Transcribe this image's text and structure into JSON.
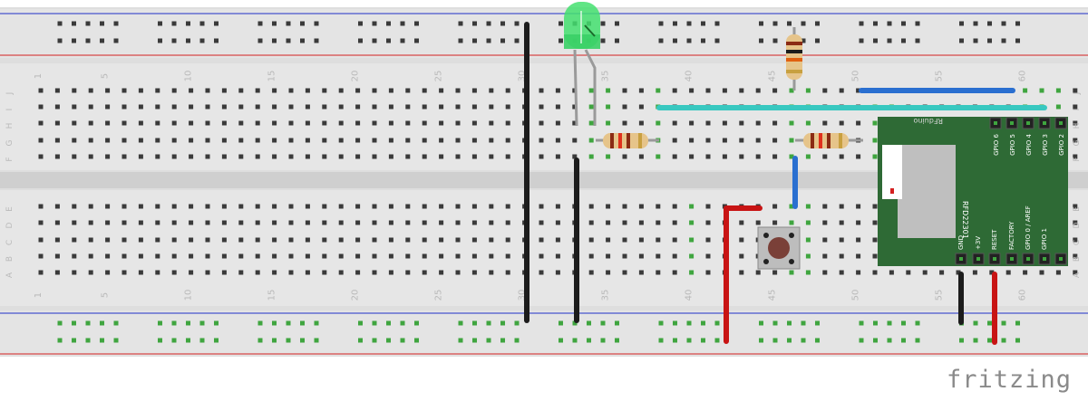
{
  "app": {
    "watermark": "fritzing"
  },
  "breadboard": {
    "column_numbers": [
      "1",
      "5",
      "10",
      "15",
      "20",
      "25",
      "30",
      "35",
      "40",
      "45",
      "50",
      "55",
      "60"
    ],
    "row_letters_top": [
      "J",
      "I",
      "H",
      "G",
      "F"
    ],
    "row_letters_bottom": [
      "E",
      "D",
      "C",
      "B",
      "A"
    ]
  },
  "module": {
    "name": "RFduino",
    "chip_label": "RFD22301",
    "top_pins": [
      "GPIO 6",
      "GPIO 5",
      "GPIO 4",
      "GPIO 3",
      "GPIO 2"
    ],
    "bottom_pins": [
      "GND",
      "+3V",
      "RESET",
      "FACTORY",
      "GPIO 0 / AREF",
      "GPIO 1"
    ]
  },
  "colors": {
    "board": "#dcdcdc",
    "hole": "#3a3a3a",
    "hole_active": "#3fa53f",
    "rail_red": "#d42020",
    "rail_blue": "#2030c8",
    "wire_black": "#1c1c1c",
    "wire_red": "#c81414",
    "wire_blue": "#2a6fd0",
    "wire_cyan": "#38c8c0",
    "module_green": "#2e6a35",
    "led_green": "#44e070"
  }
}
